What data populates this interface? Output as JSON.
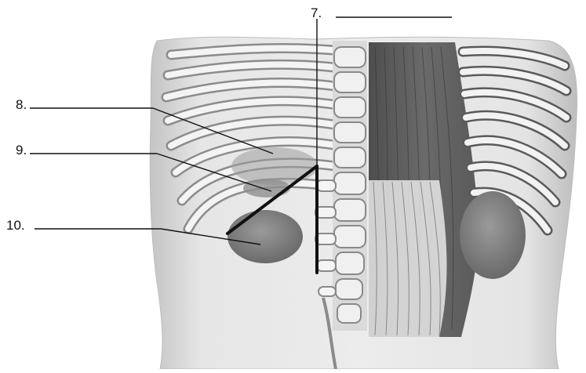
{
  "labels": {
    "l7": "7.",
    "l8": "8.",
    "l9": "9.",
    "l10": "10."
  },
  "colors": {
    "skin": "#e2e2e2",
    "skin_shade": "#c9c9c9",
    "rib": "#f4f4f4",
    "rib_shadow": "#8c8c8c",
    "organ": "#8a8a8a",
    "muscle": "#6e6e6e",
    "ink": "#111111"
  }
}
